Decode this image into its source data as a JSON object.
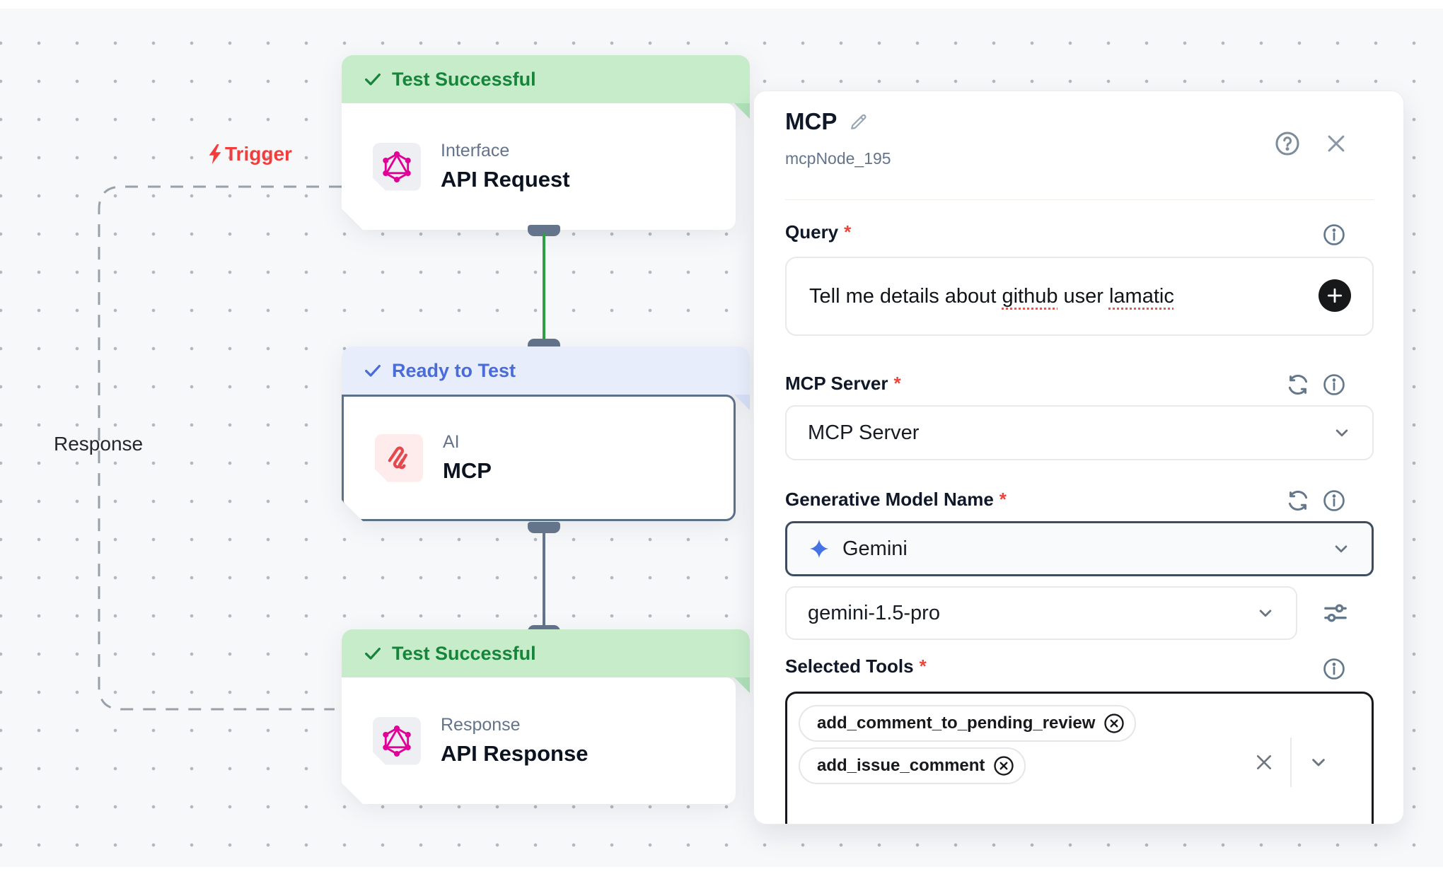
{
  "canvas": {
    "trigger_label": "Trigger",
    "response_label": "Response",
    "nodes": [
      {
        "status": "Test Successful",
        "category": "Interface",
        "title": "API Request"
      },
      {
        "status": "Ready to Test",
        "category": "AI",
        "title": "MCP"
      },
      {
        "status": "Test Successful",
        "category": "Response",
        "title": "API Response"
      }
    ]
  },
  "panel": {
    "title": "MCP",
    "node_id": "mcpNode_195",
    "query": {
      "label": "Query",
      "required_mark": "*",
      "segments": [
        {
          "text": "Tell me details about "
        },
        {
          "text": "github",
          "misspelled": true
        },
        {
          "text": " user "
        },
        {
          "text": "lamatic",
          "misspelled": true
        }
      ]
    },
    "mcp_server": {
      "label": "MCP Server",
      "required_mark": "*",
      "value": "MCP Server"
    },
    "generative_model": {
      "label": "Generative Model Name",
      "required_mark": "*",
      "provider": "Gemini",
      "model": "gemini-1.5-pro"
    },
    "selected_tools": {
      "label": "Selected Tools",
      "required_mark": "*",
      "tools": [
        "add_comment_to_pending_review",
        "add_issue_comment"
      ]
    },
    "help_glyph": "?"
  },
  "colors": {
    "canvas_bg": "#f7f8fa",
    "success_bg": "#c6ecca",
    "success_text": "#17843b",
    "ready_bg": "#e8edfb",
    "ready_text": "#4a6cd9",
    "trigger_red": "#f23d3d",
    "wire_green": "#2f9e44",
    "wire_gray": "#64748b",
    "graphql_pink": "#e10098",
    "mcp_red": "#e5484d",
    "gemini_blue": "#4673e3",
    "selected_border": "#5b7189",
    "tools_border": "#16181d"
  }
}
